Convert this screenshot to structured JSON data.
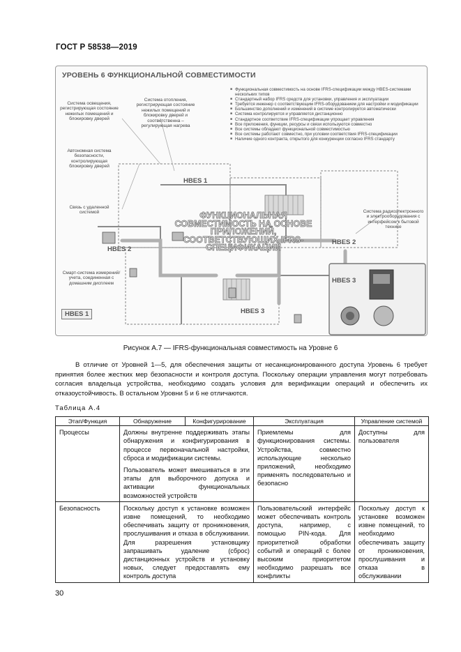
{
  "header": {
    "doc_id": "ГОСТ Р 58538—2019"
  },
  "figure": {
    "title": "УРОВЕНЬ 6 ФУНКЦИОНАЛЬНОЙ СОВМЕСТИМОСТИ",
    "labels": {
      "lighting": "Система освещения, регистрирующая состояние нежилых помещений и блокировку дверей",
      "heating": "Система отопления, регистрирующая состояние нежилых помещений и блокировку дверей и соответственна – регулирующая нагрева",
      "security": "Автономная система безопасности, контролирующая блокировку дверей",
      "remote": "Связь с удаленной системой",
      "meter": "Смарт-система измерений/учета, соединенная с домашним дисплеем",
      "radio": "Система радиоэлектронного и электрооборудования с интерфейсом к бытовой технике"
    },
    "bullets": [
      "Функциональная совместимость на основе IFRS-спецификации между HBES-системами нескольких типов",
      "Стандартный набор IFRS средств для установки, управления и эксплуатации",
      "Требуется инженер с соответствующим IFRS-оборудованием для настройки и модификации",
      "Большинство дополнений и изменений в системе контролируется автоматически",
      "Система контролируется и управляется дистанционно",
      "Стандартное соответствие IFRS-спецификации упрощает управления",
      "Все приложения, функции, ресурсы и связи используются совместно",
      "Все системы обладают функциональной совместимостью",
      "Все системы работают совместно, при условии соответствия IFRS-спецификации",
      "Наличие одного контракта, открытого для конкуренции согласно IFRS стандарту"
    ],
    "center_label": "ФУНКЦИОНАЛЬНАЯ СОВМЕСТИМОСТЬ НА ОСНОВЕ ПРИЛОЖЕНИЙ, СООТВЕТСТВУЮЩИХ IFRS-СПЕЦИФИКАЦИИ",
    "hbes_labels": [
      "HBES 1",
      "HBES 2",
      "HBES 2",
      "HBES 3",
      "HBES 3",
      "HBES 1"
    ]
  },
  "caption": "Рисунок А.7 — IFRS-функциональная совместимость на Уровне 6",
  "paragraph": "В отличие от Уровней 1—5, для обеспечения защиты от несанкционированного доступа Уровень 6 требует принятия более жестких мер безопасности и контроля доступа. Поскольку операции управления могут потребовать согласия владельца устройства, необходимо создать условия для верификации операций и обеспечить их отказоустойчивость. В остальном Уровни 5 и 6 не отличаются.",
  "table": {
    "title": "Таблица А.4",
    "headers": [
      "Этап/Функция",
      "Обнаружение",
      "Конфигурирование",
      "Эксплуатация",
      "Управление системой"
    ],
    "rows": [
      {
        "stage": "Процессы",
        "detect_config": [
          "Должны внутренне поддерживать этапы обнаружения и конфигурирования в процессе первоначальной настройки, сброса и модификации системы.",
          "Пользователь может вмешиваться в эти этапы для выборочного допуска и активации функциональных возможностей устройств"
        ],
        "operation": "Приемлемы для функционирования системы. Устройства, совместно использующие несколько приложений, необходимо применять последовательно и безопасно",
        "management": "Доступны для пользователя"
      },
      {
        "stage": "Безопасность",
        "detect_config": [
          "Поскольку доступ к установке возможен извне помещений, то необходимо обеспечивать защиту от проникновения, прослушивания и отказа в обслуживании. Для разрешения установщику запрашивать удаление (сброс) дистанционных устройств и установку новых, следует предоставлять ему контроль доступа"
        ],
        "operation": "Пользовательский интерфейс может обеспечивать контроль доступа, например, с помощью PIN-кода. Для приоритетной обработки событий и операций с более высоким приоритетом необходимо разрешать все конфликты",
        "management": "Поскольку доступ к установке возможен извне помещений, то необходимо обеспечивать защиту от проникновения, прослушивания и отказа в обслуживании"
      }
    ]
  },
  "page_number": "30"
}
